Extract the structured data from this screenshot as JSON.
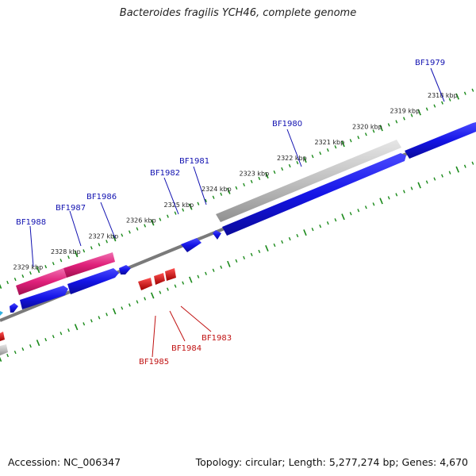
{
  "title": "Bacteroides fragilis YCH46, complete genome",
  "footer": {
    "accession": "Accession: NC_006347",
    "summary": "Topology: circular; Length: 5,277,274 bp; Genes: 4,670"
  },
  "kbp_labels": [
    "2318 kbp",
    "2319 kbp",
    "2320 kbp",
    "2321 kbp",
    "2322 kbp",
    "2323 kbp",
    "2324 kbp",
    "2325 kbp",
    "2326 kbp",
    "2327 kbp",
    "2328 kbp",
    "2329 kbp"
  ],
  "genes_forward": [
    {
      "label": "BF1979",
      "tick": 0.1
    },
    {
      "label": "BF1980",
      "tick": 0.36
    },
    {
      "label": "BF1981",
      "tick": 0.53
    },
    {
      "label": "BF1982",
      "tick": 0.57
    },
    {
      "label": "BF1986",
      "tick": 0.78
    },
    {
      "label": "BF1987",
      "tick": 0.84
    },
    {
      "label": "BF1988",
      "tick": 0.95
    }
  ],
  "genes_reverse": [
    {
      "label": "BF1983"
    },
    {
      "label": "BF1984"
    },
    {
      "label": "BF1985"
    }
  ],
  "colors": {
    "forward_gene": "#1010e0",
    "reverse_gene": "#e01010",
    "highlight_gene": "#e0207a",
    "pseudo_region": "#b8b8b8",
    "label_forward": "#1010b0",
    "label_reverse": "#c01010",
    "tick": "#1a8a1a"
  }
}
